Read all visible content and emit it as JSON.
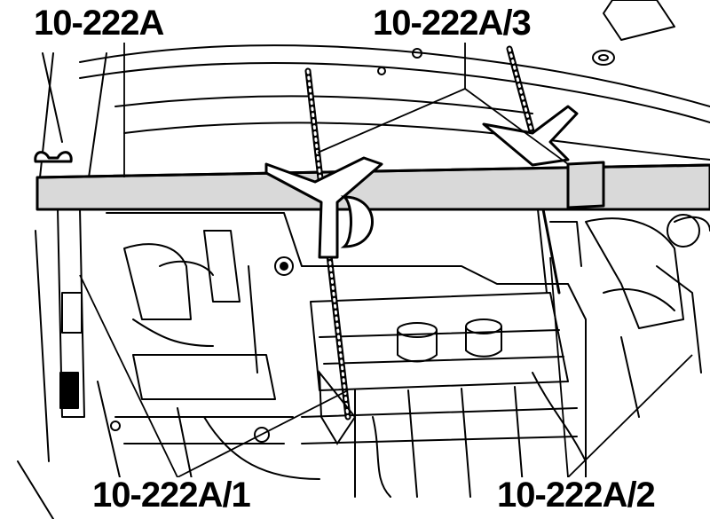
{
  "labels": {
    "support_bridge": "10-222A",
    "rear_spindle": "10-222A/3",
    "front_adapter": "10-222A/1",
    "rear_adapter": "10-222A/2"
  },
  "colors": {
    "ink": "#000000",
    "paper": "#ffffff",
    "bar_fill": "#d9d9d9"
  }
}
